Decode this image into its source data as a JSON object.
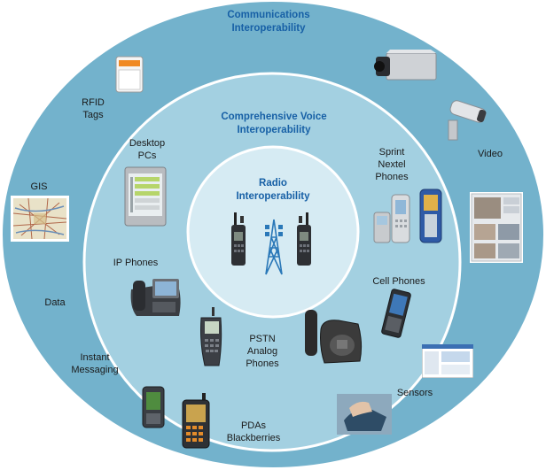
{
  "rings": {
    "outer": {
      "title": [
        "Communications",
        "Interoperability"
      ],
      "color": "#73b2cc"
    },
    "middle": {
      "title": [
        "Comprehensive Voice",
        "Interoperability"
      ],
      "color": "#a3d0e1"
    },
    "inner": {
      "title": [
        "Radio",
        "Interoperability"
      ],
      "color": "#d6ebf3"
    }
  },
  "outer_labels": {
    "rfid": [
      "RFID",
      "Tags"
    ],
    "gis": "GIS",
    "data": "Data",
    "instant_messaging": [
      "Instant",
      "Messaging"
    ],
    "video": "Video",
    "sensors": "Sensors"
  },
  "middle_labels": {
    "desktop_pcs": [
      "Desktop",
      "PCs"
    ],
    "ip_phones": "IP Phones",
    "pstn": [
      "PSTN",
      "Analog",
      "Phones"
    ],
    "sprint": [
      "Sprint",
      "Nextel",
      "Phones"
    ],
    "cell_phones": "Cell Phones",
    "pdas": [
      "PDAs",
      "Blackberries"
    ]
  }
}
